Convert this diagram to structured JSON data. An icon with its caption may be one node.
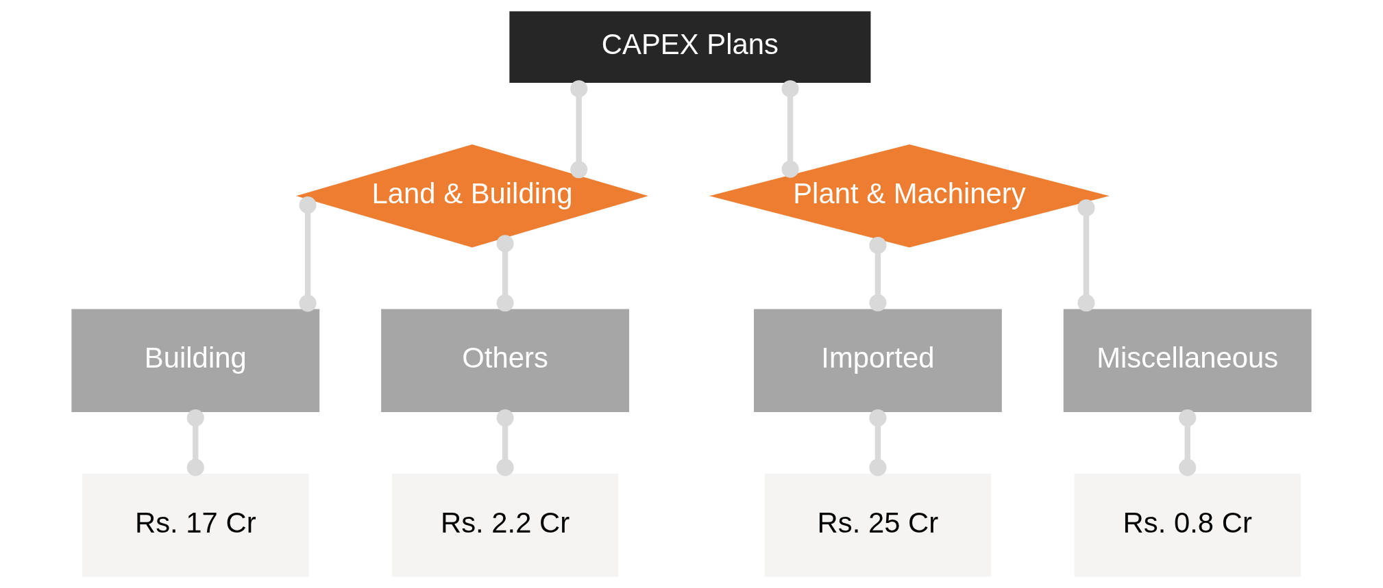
{
  "diagram": {
    "nodes": [
      {
        "text": [
          "CAPEX Plans"
        ]
      },
      {
        "text": [
          "Land & Building"
        ]
      },
      {
        "text": [
          "Plant & Machinery"
        ]
      },
      {
        "text": [
          "Building"
        ]
      },
      {
        "text": [
          "Others"
        ]
      },
      {
        "text": [
          "Imported"
        ]
      },
      {
        "text": [
          "Miscellaneous"
        ]
      },
      {
        "text": [
          "Rs. 17 Cr"
        ]
      },
      {
        "text": [
          "Rs. 2.2 Cr"
        ]
      },
      {
        "text": [
          "Rs. 25 Cr"
        ]
      },
      {
        "text": [
          "Rs. 0.8 Cr"
        ]
      }
    ],
    "edges": [
      {
        "from": 0,
        "to": 1,
        "arrow": "other"
      },
      {
        "from": 0,
        "to": 2,
        "arrow": "other"
      },
      {
        "from": 1,
        "to": 3,
        "arrow": "other"
      },
      {
        "from": 1,
        "to": 4,
        "arrow": "other"
      },
      {
        "from": 2,
        "to": 5,
        "arrow": "other"
      },
      {
        "from": 2,
        "to": 6,
        "arrow": "other"
      },
      {
        "from": 3,
        "to": 7,
        "arrow": "other"
      },
      {
        "from": 4,
        "to": 8,
        "arrow": "other"
      },
      {
        "from": 5,
        "to": 9,
        "arrow": "other"
      },
      {
        "from": 6,
        "to": 10,
        "arrow": "other"
      }
    ]
  }
}
